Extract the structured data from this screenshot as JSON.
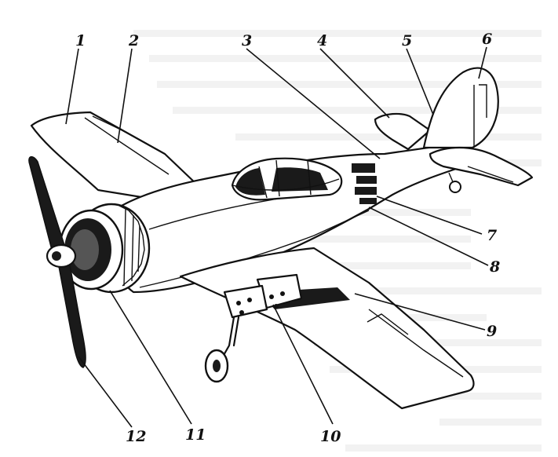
{
  "figure": {
    "labels": [
      {
        "id": "1",
        "text": "1"
      },
      {
        "id": "2",
        "text": "2"
      },
      {
        "id": "3",
        "text": "3"
      },
      {
        "id": "4",
        "text": "4"
      },
      {
        "id": "5",
        "text": "5"
      },
      {
        "id": "6",
        "text": "6"
      },
      {
        "id": "7",
        "text": "7"
      },
      {
        "id": "8",
        "text": "8"
      },
      {
        "id": "9",
        "text": "9"
      },
      {
        "id": "10",
        "text": "10"
      },
      {
        "id": "11",
        "text": "11"
      },
      {
        "id": "12",
        "text": "12"
      }
    ]
  }
}
